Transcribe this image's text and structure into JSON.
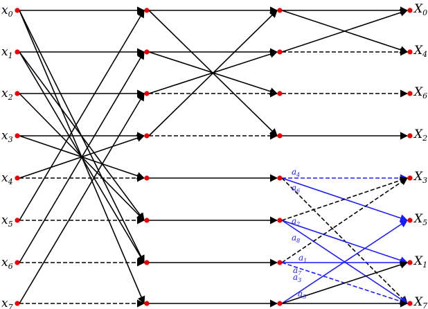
{
  "inputs": [
    {
      "base": "x",
      "sub": "0"
    },
    {
      "base": "x",
      "sub": "1"
    },
    {
      "base": "x",
      "sub": "2"
    },
    {
      "base": "x",
      "sub": "3"
    },
    {
      "base": "x",
      "sub": "4"
    },
    {
      "base": "x",
      "sub": "5"
    },
    {
      "base": "x",
      "sub": "6"
    },
    {
      "base": "x",
      "sub": "7"
    }
  ],
  "outputs": [
    {
      "base": "X",
      "sub": "0"
    },
    {
      "base": "X",
      "sub": "4"
    },
    {
      "base": "X",
      "sub": "6"
    },
    {
      "base": "X",
      "sub": "2"
    },
    {
      "base": "X",
      "sub": "3"
    },
    {
      "base": "X",
      "sub": "5"
    },
    {
      "base": "X",
      "sub": "1"
    },
    {
      "base": "X",
      "sub": "7"
    }
  ],
  "weights": [
    {
      "base": "a",
      "sub": "4"
    },
    {
      "base": "a",
      "sub": "6"
    },
    {
      "base": "a",
      "sub": "2"
    },
    {
      "base": "a",
      "sub": "8"
    },
    {
      "base": "a",
      "sub": "1"
    },
    {
      "base": "a",
      "sub": "7"
    },
    {
      "base": "a",
      "sub": "3"
    },
    {
      "base": "a",
      "sub": "5"
    }
  ],
  "colors": {
    "edge": "#000000",
    "weighted_edge": "#1a1aff",
    "node": "#ee0000"
  },
  "stages": [
    {
      "name": "stage-1",
      "edges": [
        {
          "from": 0,
          "to": 0,
          "style": "solid"
        },
        {
          "from": 0,
          "to": 6,
          "style": "solid"
        },
        {
          "from": 0,
          "to": 7,
          "style": "solid"
        },
        {
          "from": 1,
          "to": 1,
          "style": "solid"
        },
        {
          "from": 1,
          "to": 5,
          "style": "solid"
        },
        {
          "from": 1,
          "to": 6,
          "style": "solid"
        },
        {
          "from": 2,
          "to": 2,
          "style": "solid"
        },
        {
          "from": 2,
          "to": 5,
          "style": "solid"
        },
        {
          "from": 3,
          "to": 3,
          "style": "solid"
        },
        {
          "from": 3,
          "to": 4,
          "style": "solid"
        },
        {
          "from": 4,
          "to": 4,
          "style": "dashed"
        },
        {
          "from": 4,
          "to": 3,
          "style": "solid"
        },
        {
          "from": 5,
          "to": 5,
          "style": "dashed"
        },
        {
          "from": 5,
          "to": 0,
          "style": "solid"
        },
        {
          "from": 6,
          "to": 6,
          "style": "dashed"
        },
        {
          "from": 6,
          "to": 1,
          "style": "solid"
        },
        {
          "from": 7,
          "to": 7,
          "style": "dashed"
        },
        {
          "from": 7,
          "to": 2,
          "style": "solid"
        }
      ]
    },
    {
      "name": "stage-2",
      "edges": [
        {
          "from": 0,
          "to": 0,
          "style": "solid"
        },
        {
          "from": 0,
          "to": 3,
          "style": "solid"
        },
        {
          "from": 1,
          "to": 1,
          "style": "solid"
        },
        {
          "from": 1,
          "to": 2,
          "style": "solid"
        },
        {
          "from": 2,
          "to": 2,
          "style": "dashed"
        },
        {
          "from": 2,
          "to": 1,
          "style": "solid"
        },
        {
          "from": 3,
          "to": 3,
          "style": "dashed"
        },
        {
          "from": 3,
          "to": 0,
          "style": "solid"
        },
        {
          "from": 4,
          "to": 4,
          "style": "solid"
        },
        {
          "from": 5,
          "to": 5,
          "style": "solid"
        },
        {
          "from": 6,
          "to": 6,
          "style": "solid"
        },
        {
          "from": 7,
          "to": 7,
          "style": "solid"
        }
      ]
    },
    {
      "name": "stage-3",
      "edges": [
        {
          "from": 0,
          "to": 0,
          "style": "solid"
        },
        {
          "from": 0,
          "to": 1,
          "style": "solid"
        },
        {
          "from": 1,
          "to": 1,
          "style": "dashed"
        },
        {
          "from": 1,
          "to": 0,
          "style": "solid"
        },
        {
          "from": 2,
          "to": 2,
          "style": "dashed"
        },
        {
          "from": 3,
          "to": 3,
          "style": "solid"
        },
        {
          "from": 4,
          "to": 4,
          "style": "dashed",
          "color": "weighted_edge"
        },
        {
          "from": 4,
          "to": 5,
          "style": "solid",
          "color": "weighted_edge"
        },
        {
          "from": 4,
          "to": 7,
          "style": "dashed"
        },
        {
          "from": 5,
          "to": 4,
          "style": "dashed"
        },
        {
          "from": 5,
          "to": 6,
          "style": "solid",
          "color": "weighted_edge"
        },
        {
          "from": 5,
          "to": 7,
          "style": "solid",
          "color": "weighted_edge"
        },
        {
          "from": 6,
          "to": 4,
          "style": "dashed"
        },
        {
          "from": 6,
          "to": 6,
          "style": "solid",
          "color": "weighted_edge"
        },
        {
          "from": 6,
          "to": 7,
          "style": "dashed",
          "color": "weighted_edge"
        },
        {
          "from": 7,
          "to": 5,
          "style": "solid",
          "color": "weighted_edge"
        },
        {
          "from": 7,
          "to": 6,
          "style": "solid"
        },
        {
          "from": 7,
          "to": 7,
          "style": "solid"
        }
      ]
    }
  ]
}
